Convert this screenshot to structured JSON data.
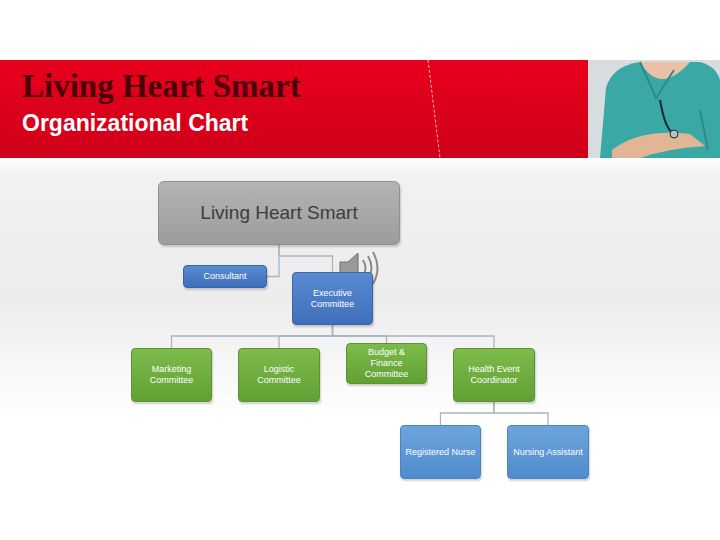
{
  "diagram": {
    "title": "Living Heart Smart",
    "nodes": [
      {
        "text": [
          "Living Heart Smart"
        ]
      },
      {
        "text": [
          "Consultant"
        ]
      },
      {
        "text": [
          "Executive Committee"
        ]
      },
      {
        "text": [
          "Marketing Committee"
        ]
      },
      {
        "text": [
          "Logistic Committee"
        ]
      },
      {
        "text": [
          "Budget & Finance Committee"
        ]
      },
      {
        "text": [
          "Health Event Coordinator"
        ]
      },
      {
        "text": [
          "Registered Nurse"
        ]
      },
      {
        "text": [
          "Nursing Assistant"
        ]
      }
    ],
    "edges": [
      {
        "from": 0,
        "to": 1,
        "arrow": "none"
      },
      {
        "from": 0,
        "to": 2,
        "arrow": "none"
      },
      {
        "from": 2,
        "to": 3,
        "arrow": "none"
      },
      {
        "from": 2,
        "to": 4,
        "arrow": "none"
      },
      {
        "from": 2,
        "to": 5,
        "arrow": "none"
      },
      {
        "from": 2,
        "to": 6,
        "arrow": "none"
      },
      {
        "from": 6,
        "to": 7,
        "arrow": "none"
      },
      {
        "from": 6,
        "to": 8,
        "arrow": "none"
      }
    ],
    "labels": [
      "Organizational Chart"
    ]
  }
}
